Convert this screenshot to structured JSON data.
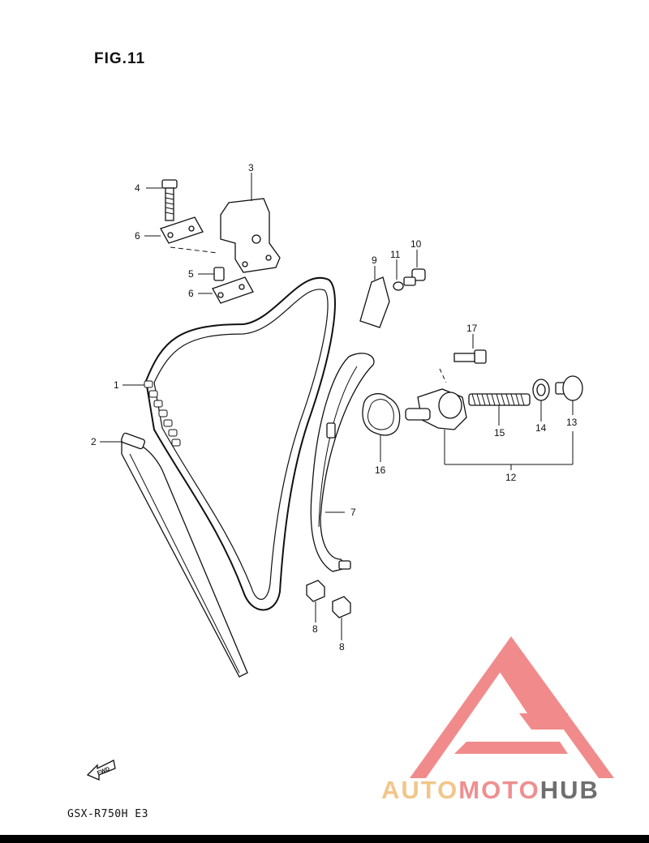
{
  "figure": {
    "title": "FIG.11",
    "model": "GSX-R750H E3"
  },
  "fwd_label": "FWD",
  "callouts": [
    "1",
    "2",
    "3",
    "4",
    "5",
    "6",
    "6",
    "7",
    "8",
    "8",
    "9",
    "10",
    "11",
    "12",
    "13",
    "14",
    "15",
    "16",
    "17"
  ],
  "watermark": {
    "part1": "AUTO",
    "part2": "MOTO",
    "part3": "HUB"
  },
  "colors": {
    "watermark_red": "#ef7777",
    "watermark_orange": "#f2c689",
    "watermark_gray": "#6e6e6e"
  }
}
